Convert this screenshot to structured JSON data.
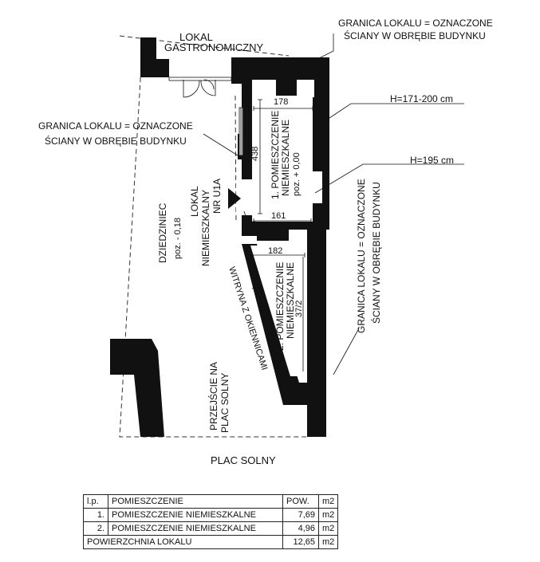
{
  "labels": {
    "gastro_line1": "LOKAL",
    "gastro_line2": "GASTRONOMICZNY",
    "border_top_line1": "GRANICA LOKALU = OZNACZONE",
    "border_top_line2": "ŚCIANY W OBRĘBIE BUDYNKU",
    "border_left_line1": "GRANICA LOKALU = OZNACZONE",
    "border_left_line2": "ŚCIANY W OBRĘBIE BUDYNKU",
    "border_right_line1": "GRANICA LOKALU = OZNACZONE",
    "border_right_line2": "ŚCIANY W OBRĘBIE BUDYNKU",
    "height_1": "H=171-200 cm",
    "height_2": "H=195 cm",
    "courtyard_name": "DZIEDZINIEC",
    "courtyard_level": "poz. - 0,18",
    "unit_line1": "LOKAL",
    "unit_line2": "NIEMIESZKALNY",
    "unit_line3": "NR U1A",
    "room1_line1": "1. POMIESZCZENIE",
    "room1_line2": "NIEMIESZKALNE",
    "room1_level": "poz. + 0,00",
    "room2_line1": "2. POMIESZCZENIE",
    "room2_line2": "NIEMIESZKALNE",
    "room2_code": "37/2",
    "dim_178": "178",
    "dim_438": "438",
    "dim_161": "161",
    "dim_182": "182",
    "shopfront": "WITRYNA Z OKIENNICAMI",
    "passage_line1": "PRZEJŚCIE NA",
    "passage_line2": "PLAC SOLNY",
    "square": "PLAC SOLNY"
  },
  "table": {
    "headers": [
      "l.p.",
      "POMIESZCZENIE",
      "POW.",
      "m2"
    ],
    "rows": [
      {
        "no": "1.",
        "name": "POMIESZCZENIE NIEMIESZKALNE",
        "area": "7,69",
        "unit": "m2"
      },
      {
        "no": "2.",
        "name": "POMIESZCZENIE NIEMIESZKALNE",
        "area": "4,96",
        "unit": "m2"
      }
    ],
    "total": {
      "name": "POWIERZCHNIA LOKALU",
      "area": "12,65",
      "unit": "m2"
    }
  }
}
